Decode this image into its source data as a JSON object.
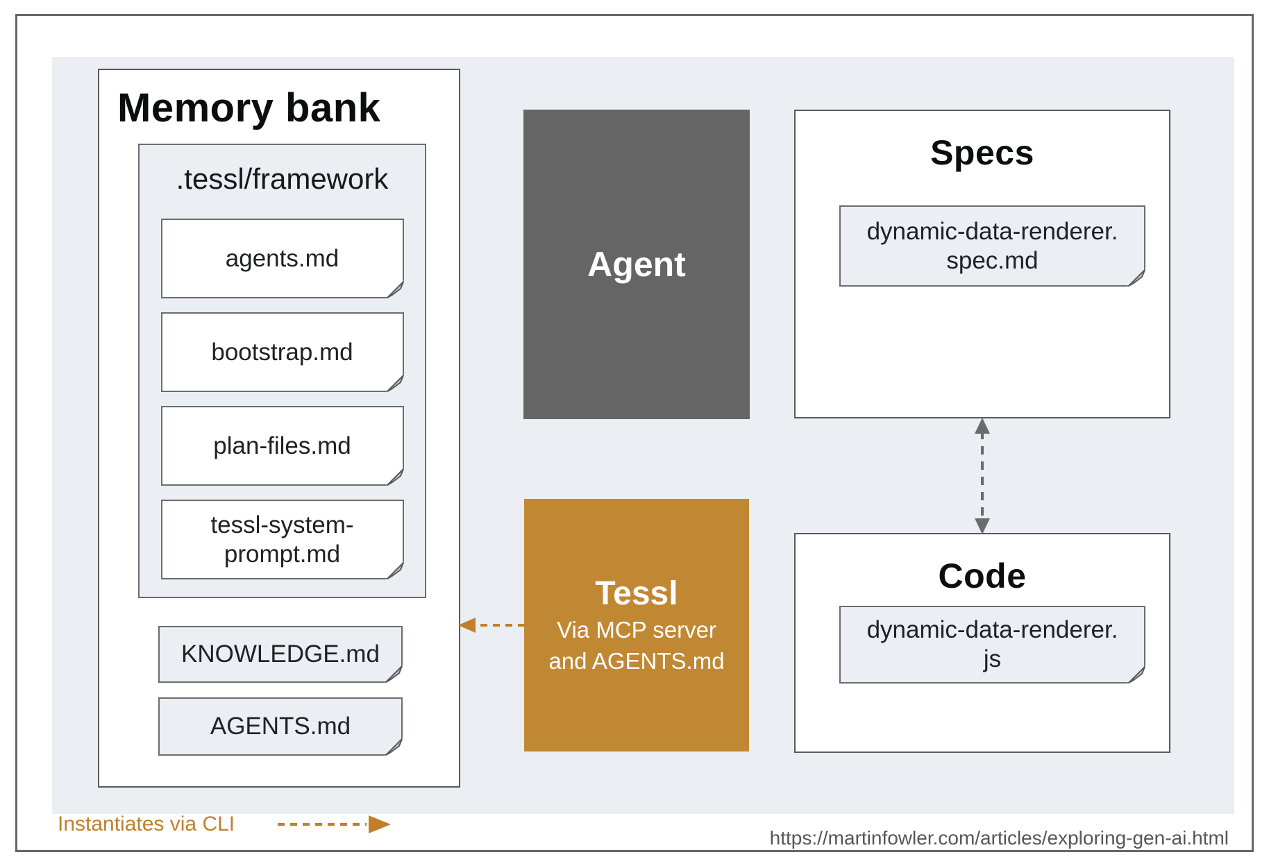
{
  "colors": {
    "panel_bg": "#ebeef2",
    "agent_bg": "#656565",
    "tessl_bg": "#c18834",
    "arrow_orange": "#c0802a",
    "arrow_gray": "#6a6b6d",
    "box_border": "#58595b",
    "card_border": "#6b6c6e"
  },
  "memory_bank": {
    "title": "Memory bank",
    "framework": {
      "label": ".tessl/framework",
      "files": [
        [
          "agents.md"
        ],
        [
          "bootstrap.md"
        ],
        [
          "plan-files.md"
        ],
        [
          "tessl-system-",
          "prompt.md"
        ]
      ]
    },
    "root_files": [
      [
        "KNOWLEDGE.md"
      ],
      [
        "AGENTS.md"
      ]
    ]
  },
  "agent": {
    "label": "Agent"
  },
  "tessl": {
    "label": "Tessl",
    "sublabel_lines": [
      "Via MCP server",
      "and AGENTS.md"
    ]
  },
  "specs": {
    "title": "Specs",
    "file_lines": [
      "dynamic-data-renderer.",
      "spec.md"
    ]
  },
  "code": {
    "title": "Code",
    "file_lines": [
      "dynamic-data-renderer.",
      "js"
    ]
  },
  "footer": {
    "legend": "Instantiates via CLI",
    "url": "https://martinfowler.com/articles/exploring-gen-ai.html"
  }
}
